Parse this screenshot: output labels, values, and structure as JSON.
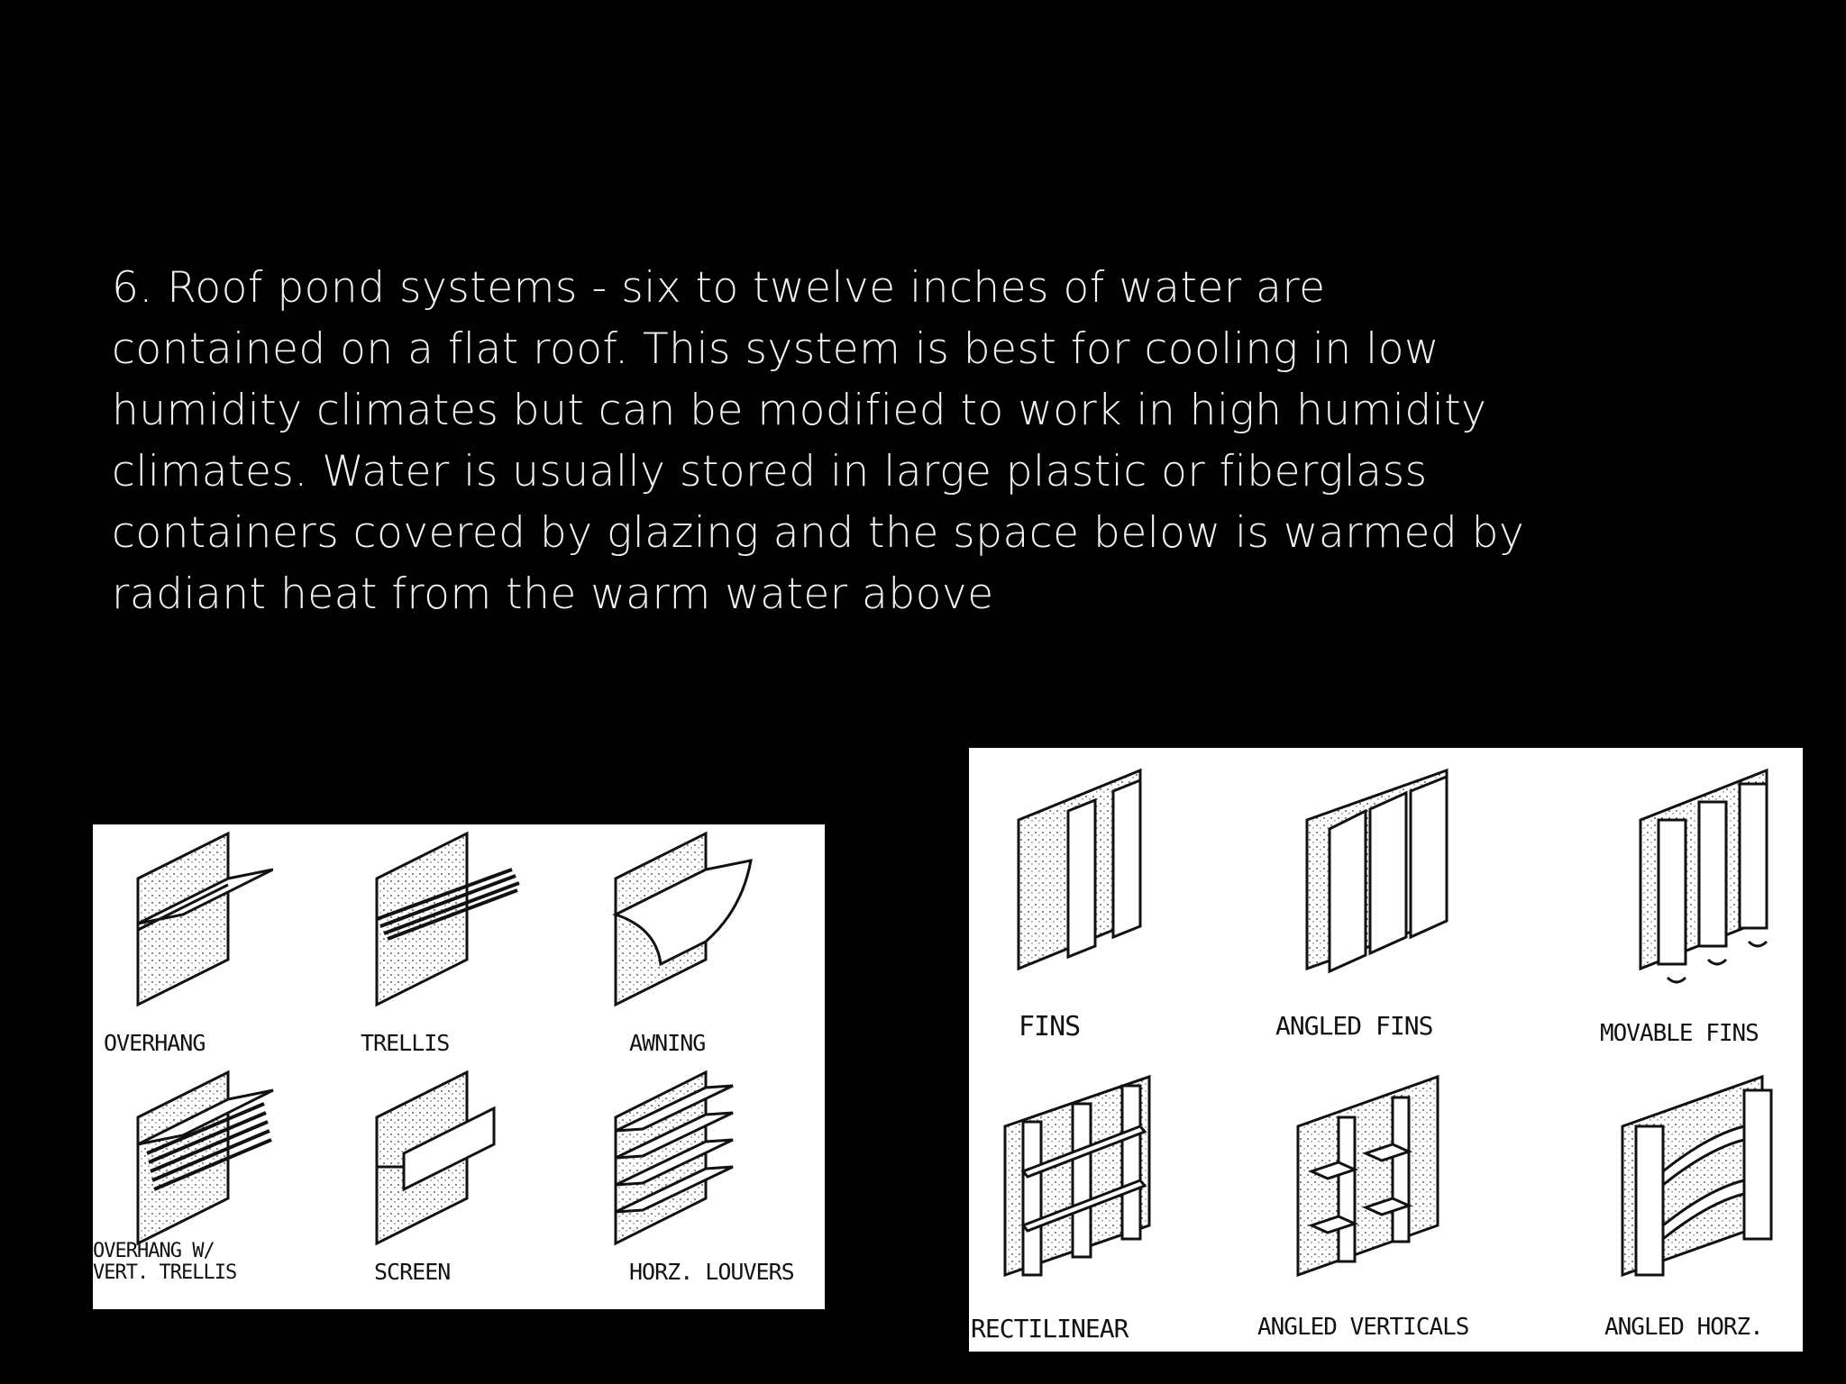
{
  "paragraph": {
    "lines": [
      "6. Roof pond systems - six to twelve inches of water are",
      "contained on a flat roof. This system is best for cooling in low",
      "humidity climates but can be modified to work in high humidity",
      "climates. Water is usually stored in large plastic or fiberglass",
      "containers covered by glazing and the space below is warmed by",
      "radiant heat from the warm water above"
    ]
  },
  "left_figure": {
    "labels": [
      "OVERHANG",
      "TRELLIS",
      "AWNING",
      "OVERHANG W/",
      "VERT. TRELLIS",
      "SCREEN",
      "HORZ. LOUVERS"
    ]
  },
  "right_figure": {
    "labels": [
      "FINS",
      "ANGLED FINS",
      "MOVABLE FINS",
      "RECTILINEAR",
      "ANGLED VERTICALS",
      "ANGLED HORZ."
    ]
  }
}
